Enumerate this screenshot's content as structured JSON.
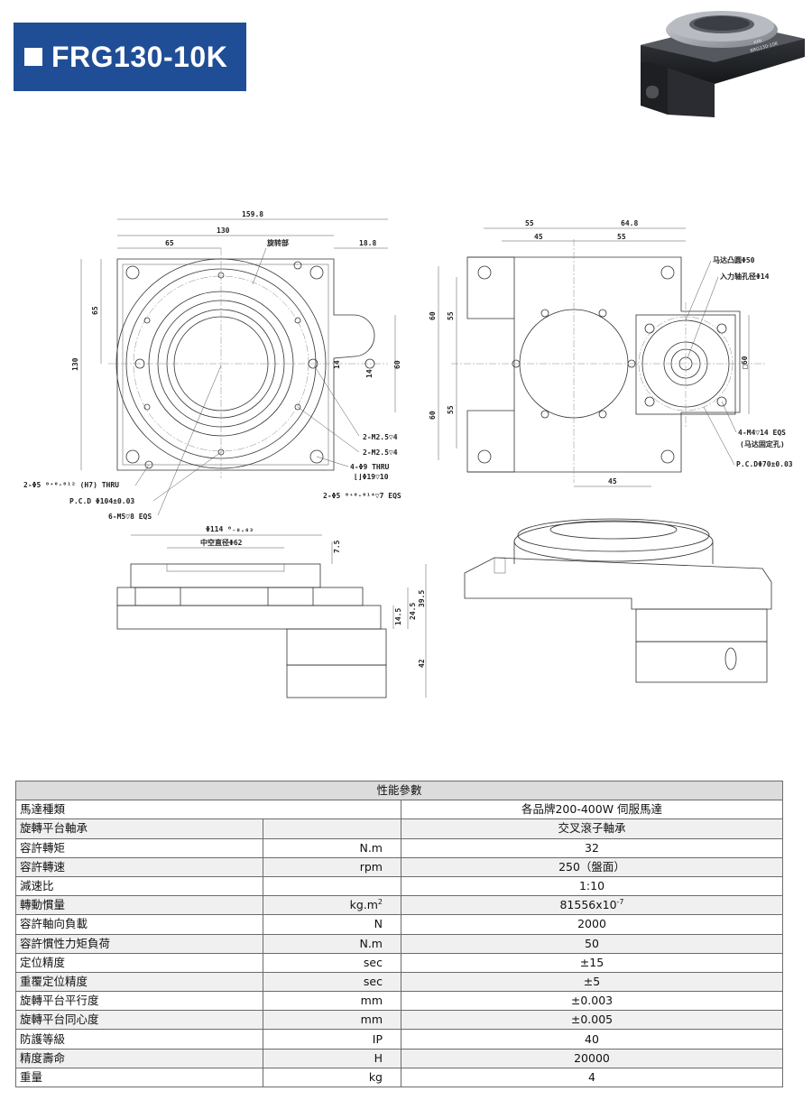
{
  "header": {
    "model": "FRG130-10K"
  },
  "photo": {
    "label_line1": "KMI",
    "label_line2": "BRG130-10K"
  },
  "drawing": {
    "top_view": {
      "dims": [
        "159.8",
        "130",
        "65",
        "18.8",
        "130",
        "65",
        "14",
        "14",
        "60"
      ],
      "label_rotating": "旋转部",
      "notes": [
        "2-M2.5▽4",
        "2-M2.5▽4",
        "4-Φ9 THRU",
        "⌊⌋Φ19▽10",
        "2-Φ5 ⁰⁺⁰·⁰¹⁴▽7 EQS",
        "2-Φ5 ⁰⁺⁰·⁰¹² (H7) THRU",
        "P.C.D Φ104±0.03",
        "6-M5▽8 EQS"
      ]
    },
    "side_view": {
      "dims": [
        "55",
        "64.8",
        "45",
        "55",
        "60",
        "55",
        "60",
        "55",
        "45",
        "□60"
      ],
      "notes": [
        "马达凸圆Φ50",
        "入力轴孔径Φ14",
        "4-M4▽14 EQS",
        "(马达固定孔)",
        "P.C.DΦ70±0.03"
      ]
    },
    "section_view": {
      "dims": [
        "Φ114 ⁰₋₀.₀₃",
        "中空直径Φ62",
        "7.5",
        "39.5",
        "24.5",
        "14.5",
        "42"
      ]
    }
  },
  "spec_table": {
    "title": "性能參數",
    "rows": [
      {
        "name": "馬達種類",
        "unit": "",
        "value": "各品牌200-400W 伺服馬達",
        "merged": true
      },
      {
        "name": "旋轉平台軸承",
        "unit": "",
        "value": "交叉滾子軸承"
      },
      {
        "name": "容許轉矩",
        "unit": "N.m",
        "value": "32"
      },
      {
        "name": "容許轉速",
        "unit": "rpm",
        "value": "250（盤面）"
      },
      {
        "name": "減速比",
        "unit": "",
        "value": "1:10"
      },
      {
        "name": "轉動慣量",
        "unit": "kg.m",
        "unit_sup": "2",
        "value": "81556x10",
        "value_sup": "-7"
      },
      {
        "name": "容許軸向負載",
        "unit": "N",
        "value": "2000"
      },
      {
        "name": "容許慣性力矩負荷",
        "unit": "N.m",
        "value": "50"
      },
      {
        "name": "定位精度",
        "unit": "sec",
        "value": "±15"
      },
      {
        "name": "重覆定位精度",
        "unit": "sec",
        "value": "±5"
      },
      {
        "name": "旋轉平台平行度",
        "unit": "mm",
        "value": "±0.003"
      },
      {
        "name": "旋轉平台同心度",
        "unit": "mm",
        "value": "±0.005"
      },
      {
        "name": "防護等級",
        "unit": "IP",
        "value": "40"
      },
      {
        "name": "精度壽命",
        "unit": "H",
        "value": "20000"
      },
      {
        "name": "重量",
        "unit": "kg",
        "value": "4"
      }
    ]
  }
}
